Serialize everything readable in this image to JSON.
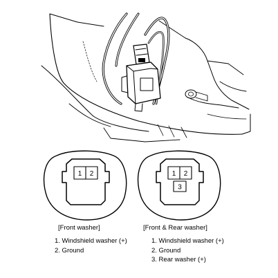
{
  "front_connector": {
    "caption": "[Front washer]",
    "pins": [
      {
        "number": "1",
        "description": "Windshield washer (+)"
      },
      {
        "number": "2",
        "description": "Ground"
      }
    ]
  },
  "front_rear_connector": {
    "caption": "[Front & Rear washer]",
    "pins": [
      {
        "number": "1",
        "description": "Windshield washer (+)"
      },
      {
        "number": "2",
        "description": "Ground"
      },
      {
        "number": "3",
        "description": "Rear washer (+)"
      }
    ]
  },
  "pin_list_format": "{n}. {d}"
}
